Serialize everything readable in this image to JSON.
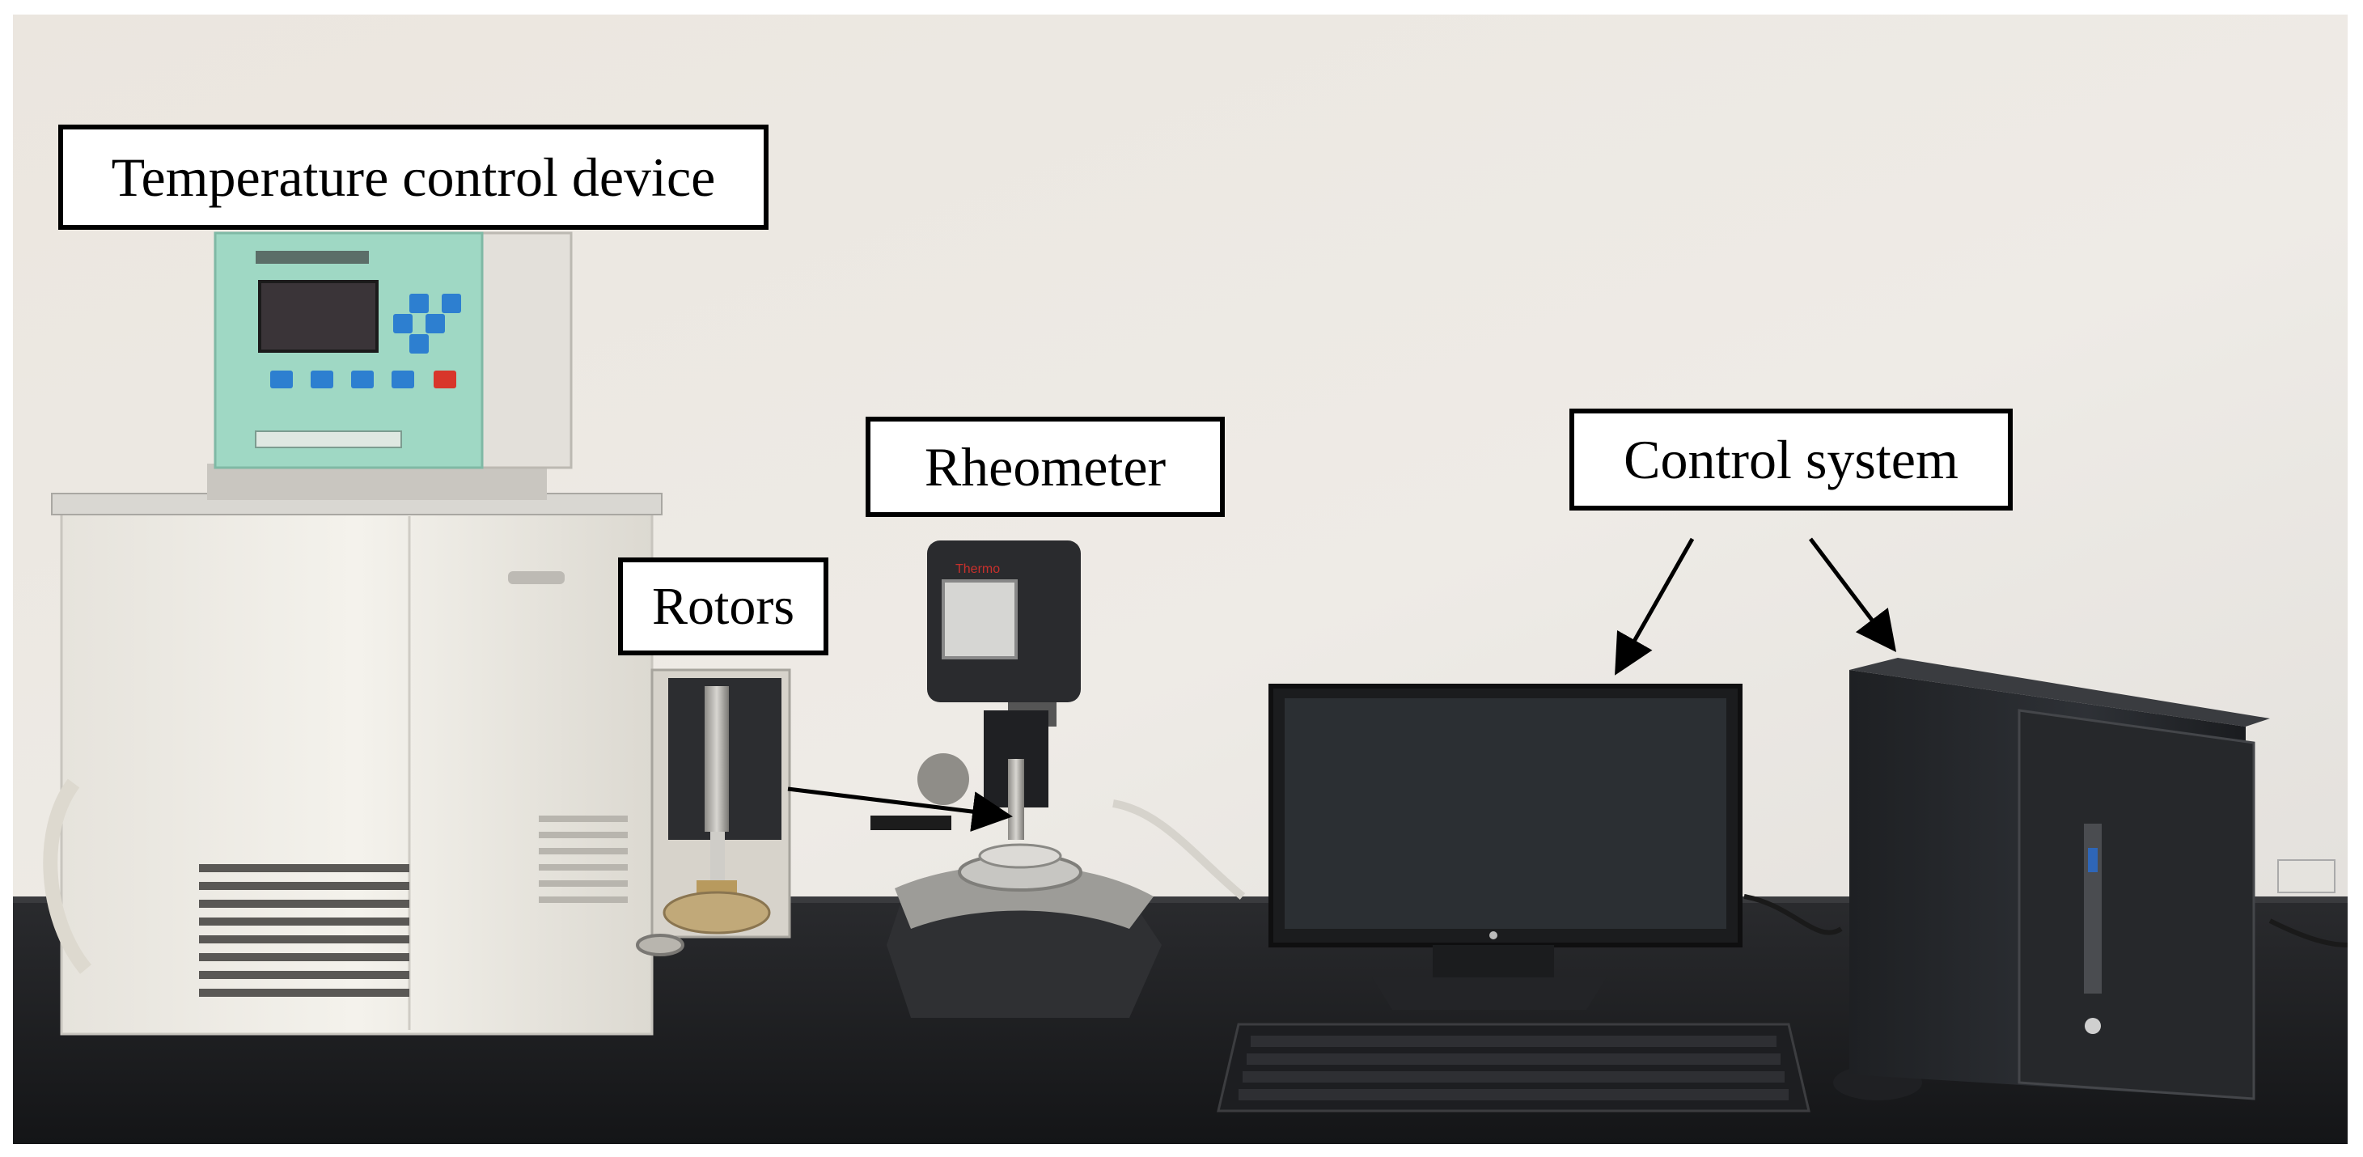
{
  "labels": {
    "temperature": "Temperature control device",
    "rheometer": "Rheometer",
    "rotors": "Rotors",
    "control": "Control system"
  },
  "device_text": {
    "rheometer_brand": "Thermo"
  },
  "colors": {
    "wall": "#ece8e2",
    "bench": "#1c1d1f",
    "device_body": "#f0ede6",
    "panel": "#9fd8c4",
    "display": "#3a3438",
    "button_blue": "#2d7fd0",
    "button_red": "#d8362a",
    "screen": "#2b2f33",
    "arrow": "#000000"
  }
}
